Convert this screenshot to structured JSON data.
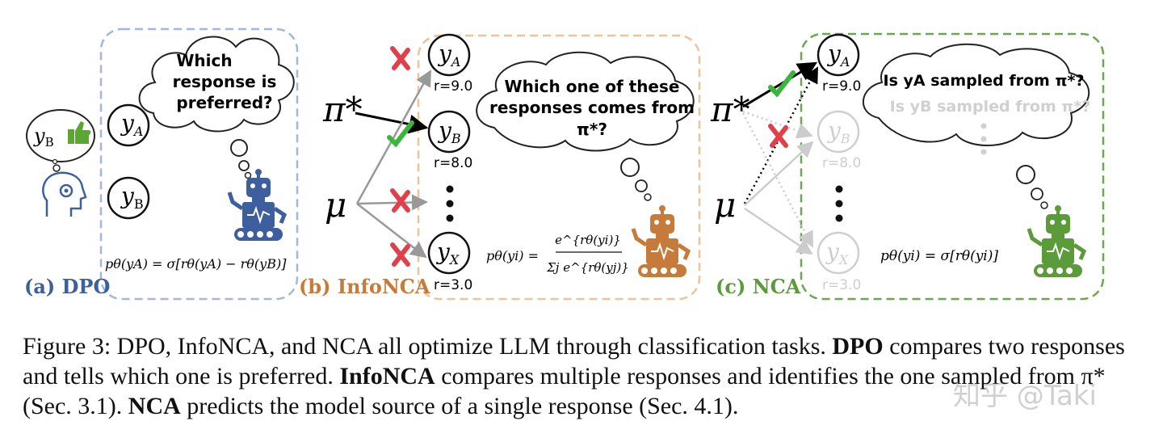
{
  "panels": {
    "dpo": {
      "label": "(a) DPO",
      "bubble_lines": [
        "Which",
        "response is",
        "preferred?"
      ],
      "response_a": "y",
      "response_a_sub": "A",
      "response_b": "y",
      "response_b_sub": "B",
      "human_pref": "y",
      "human_pref_sub": "B",
      "formula": "pθ(yA) = σ[rθ(yA) − rθ(yB)]"
    },
    "infonca": {
      "label": "(b) InfoNCA",
      "policy_label": "π*",
      "prior_label": "μ",
      "bubble_lines": [
        "Which one of these",
        "responses comes from",
        "π*?"
      ],
      "responses": [
        {
          "name": "y",
          "sub": "A",
          "reward": "r=9.0"
        },
        {
          "name": "y",
          "sub": "B",
          "reward": "r=8.0"
        },
        {
          "name": "y",
          "sub": "X",
          "reward": "r=3.0"
        }
      ],
      "formula_left": "pθ(yi) =",
      "formula_num": "e^{rθ(yi)}",
      "formula_den": "Σj e^{rθ(yj)}"
    },
    "nca": {
      "label": "(c) NCA",
      "policy_label": "π*",
      "prior_label": "μ",
      "bubble_line_1": "Is yA sampled from π*?",
      "bubble_line_2": "Is yB sampled from π*?",
      "responses": [
        {
          "name": "y",
          "sub": "A",
          "reward": "r=9.0"
        },
        {
          "name": "y",
          "sub": "B",
          "reward": "r=8.0"
        },
        {
          "name": "y",
          "sub": "X",
          "reward": "r=3.0"
        }
      ],
      "formula": "pθ(yi) = σ[rθ(yi)]"
    }
  },
  "caption": {
    "lead": "Figure 3: DPO, InfoNCA, and NCA all optimize LLM through classification tasks.",
    "dpo_term": "DPO",
    "dpo_text": "compares two responses and tells which one is preferred.",
    "infonca_term": "InfoNCA",
    "infonca_text": "compares multiple responses and identifies the one sampled from π* (Sec. 3.1).",
    "nca_term": "NCA",
    "nca_text": "predicts the model source of a single response (Sec. 4.1)."
  },
  "watermark": "知乎 @Taki",
  "colors": {
    "dpo": "#3d5f9e",
    "dpo_box": "#9fb8dc",
    "infonca": "#c77b3a",
    "infonca_box": "#efc39a",
    "nca": "#5b9b3a",
    "nca_box": "#6aa84f",
    "cross": "#e0404a",
    "check": "#3cb53c",
    "faded": "#cfcfcf",
    "arrow": "#999999"
  }
}
